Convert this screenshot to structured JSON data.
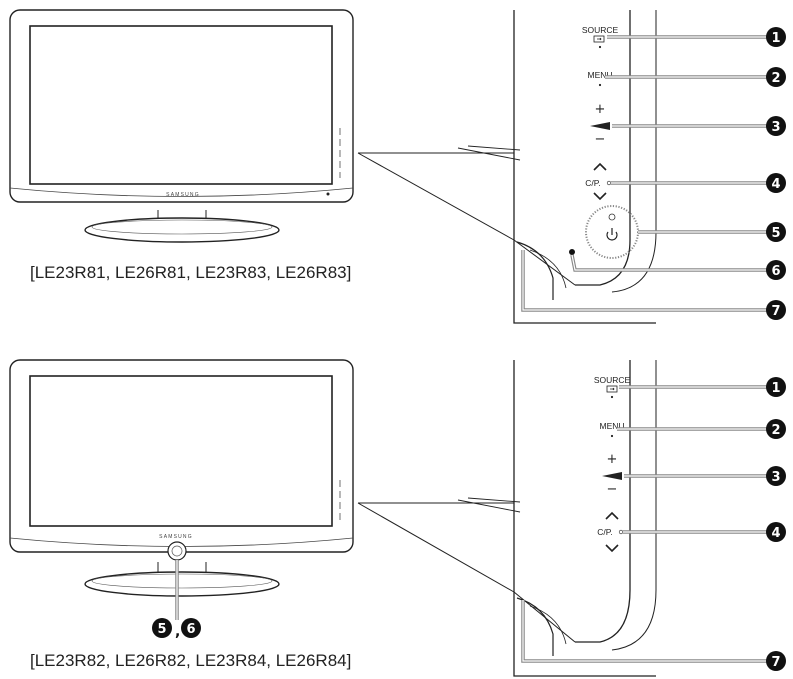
{
  "figure_top": {
    "caption": "[LE23R81, LE26R81, LE23R83, LE26R83]",
    "brand": "SAMSUNG",
    "buttons": {
      "source": "SOURCE",
      "menu": "MENU",
      "plus": "+",
      "minus": "−",
      "cp": "C/P.",
      "up": "⌃",
      "down": "⌄"
    },
    "callouts": [
      "1",
      "2",
      "3",
      "4",
      "5",
      "6",
      "7"
    ]
  },
  "figure_bottom": {
    "caption": "[LE23R82, LE26R82, LE23R84, LE26R84]",
    "brand": "SAMSUNG",
    "buttons": {
      "source": "SOURCE",
      "menu": "MENU",
      "plus": "+",
      "minus": "−",
      "cp": "C/P.",
      "up": "⌃",
      "down": "⌄"
    },
    "callouts": [
      "1",
      "2",
      "3",
      "4",
      "7"
    ],
    "front_callout_a": "5",
    "front_callout_sep": ",",
    "front_callout_b": "6"
  },
  "icons": {
    "power": "power-icon",
    "source": "source-input-icon",
    "volume": "volume-wedge-icon",
    "sensor": "remote-sensor-icon"
  }
}
